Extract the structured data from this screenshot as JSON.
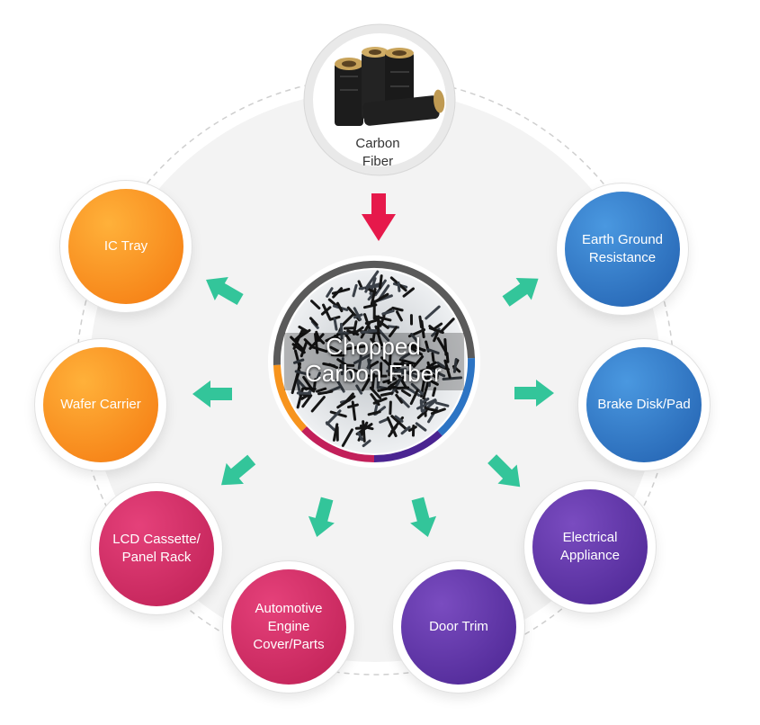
{
  "source": {
    "label": "Carbon\nFiber",
    "image": "carbon-fiber-spools-photo"
  },
  "center": {
    "label": "Chopped\nCarbon Fiber",
    "image": "chopped-fiber-photo"
  },
  "colors": {
    "arrow_green": "#33c59a",
    "arrow_red": "#e6194b",
    "ring_dark": "#5a5a5a",
    "orange": "#fb8c17",
    "pink": "#d3255f",
    "purple": "#5a2fa0",
    "blue": "#2c74c4"
  },
  "applications": [
    {
      "id": "ic-tray",
      "label": "IC Tray"
    },
    {
      "id": "wafer-carrier",
      "label": "Wafer Carrier"
    },
    {
      "id": "lcd-cassette",
      "label": "LCD Cassette/\nPanel Rack"
    },
    {
      "id": "automotive",
      "label": "Automotive\nEngine\nCover/Parts"
    },
    {
      "id": "door-trim",
      "label": "Door Trim"
    },
    {
      "id": "electrical",
      "label": "Electrical\nAppliance"
    },
    {
      "id": "brake",
      "label": "Brake Disk/Pad"
    },
    {
      "id": "earth-ground",
      "label": "Earth Ground\nResistance"
    }
  ]
}
